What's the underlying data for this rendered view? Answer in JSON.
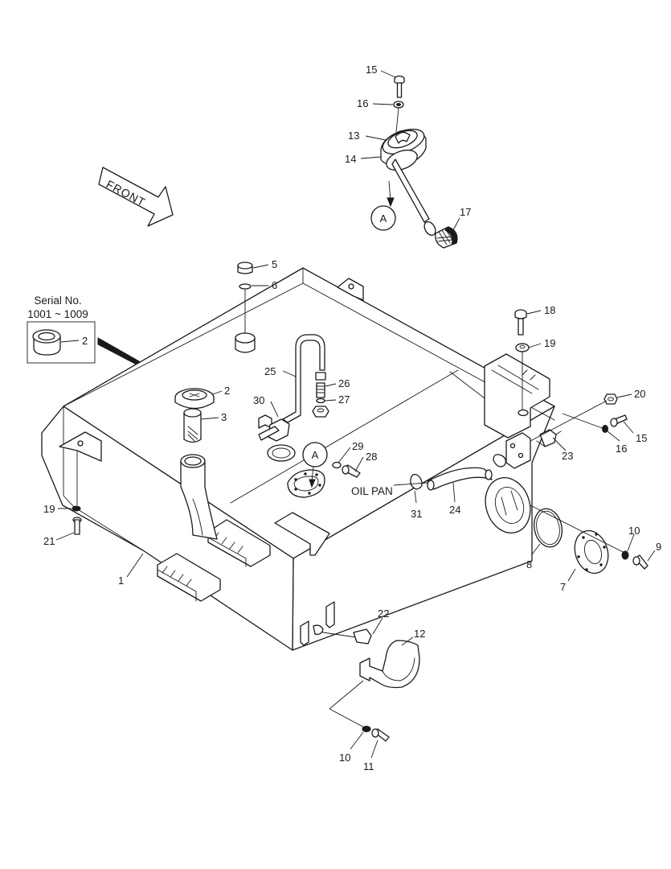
{
  "serial_box": {
    "line1": "Serial No.",
    "line2": "1001 ~ 1009",
    "part": "2"
  },
  "front_arrow": "FRONT",
  "oil_pan": "OIL PAN",
  "view_markers": [
    "A",
    "A"
  ],
  "callouts": {
    "c15a": "15",
    "c16a": "16",
    "c13": "13",
    "c14": "14",
    "c17": "17",
    "c5": "5",
    "c6": "6",
    "c18": "18",
    "c19a": "19",
    "c20": "20",
    "c16b": "16",
    "c15b": "15",
    "c25": "25",
    "c26": "26",
    "c27": "27",
    "c30": "30",
    "c2": "2",
    "c3": "3",
    "c29": "29",
    "c28": "28",
    "c23": "23",
    "c31": "31",
    "c24": "24",
    "c19b": "19",
    "c21": "21",
    "c1": "1",
    "c8": "8",
    "c10a": "10",
    "c9": "9",
    "c7": "7",
    "c22": "22",
    "c12": "12",
    "c10b": "10",
    "c11": "11"
  },
  "icons": [
    "bolt-icon",
    "washer-icon",
    "nut-icon",
    "strainer-icon",
    "fuel-sender-icon",
    "cap-icon",
    "filter-icon",
    "hose-icon",
    "clamp-icon",
    "bracket-icon",
    "o-ring-icon",
    "cover-plate-icon"
  ]
}
